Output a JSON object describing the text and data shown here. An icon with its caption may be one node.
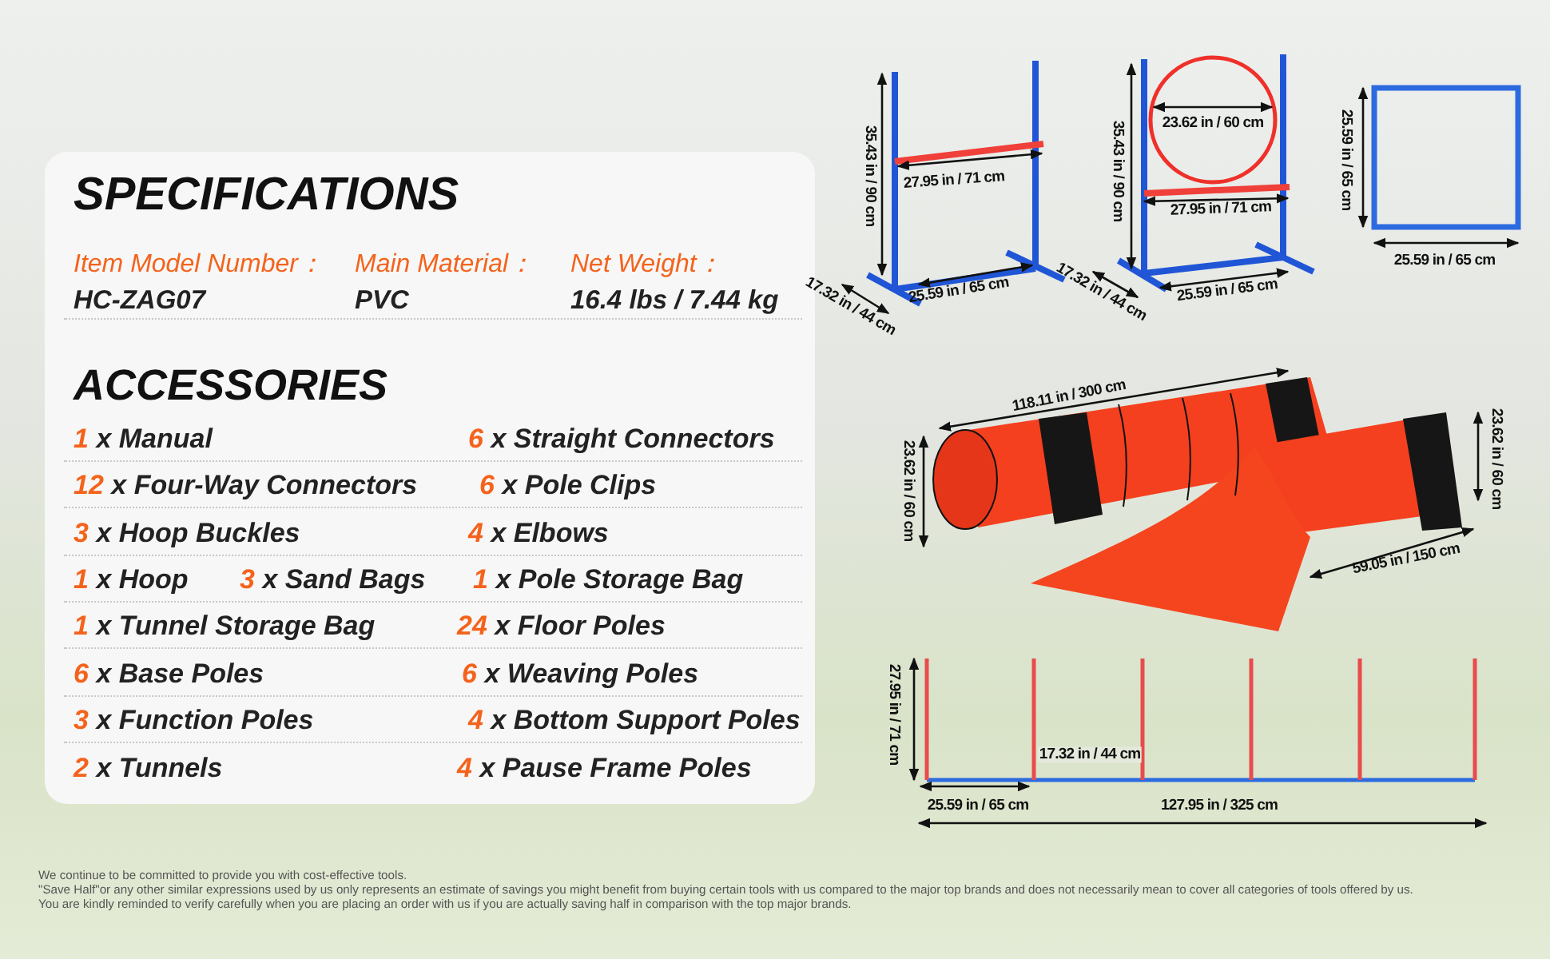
{
  "diagram": {
    "title": "SPECIFICATIONS",
    "labels": [
      "Item Model Number：",
      "Main Material：",
      "Net Weight：",
      "HC-ZAG07",
      "PVC",
      "16.4 lbs / 7.44 kg",
      "ACCESSORIES",
      "1 x Manual",
      "6 x Straight Connectors",
      "12 x Four-Way Connectors",
      "6 x Pole Clips",
      "3 x Hoop Buckles",
      "4 x Elbows",
      "1 x Hoop",
      "3 x Sand Bags",
      "1 x Pole Storage Bag",
      "1 x Tunnel Storage Bag",
      "24 x Floor Poles",
      "6 x Base Poles",
      "6 x Weaving Poles",
      "3 x Function Poles",
      "4 x Bottom Support Poles",
      "2 x Tunnels",
      "4 x Pause Frame Poles",
      "35.43 in / 90 cm",
      "27.95 in / 71 cm",
      "17.32 in / 44 cm",
      "25.59 in / 65 cm",
      "23.62 in / 60 cm",
      "35.43 in / 90 cm",
      "27.95 in / 71 cm",
      "17.32 in / 44 cm",
      "25.59 in / 65 cm",
      "25.59 in / 65 cm",
      "25.59 in / 65 cm",
      "118.11 in / 300 cm",
      "23.62 in / 60 cm",
      "23.62 in / 60 cm",
      "59.05 in / 150 cm",
      "27.95 in / 71 cm",
      "17.32 in / 44 cm",
      "25.59 in / 65 cm",
      "127.95 in / 325 cm",
      "We continue to be committed to provide you with cost-effective tools.",
      "\"Save Half\"or any other similar expressions used by us only represents an estimate of savings you might benefit from buying certain tools with us compared to the major top brands and does not necessarily mean to cover all categories of tools offered by us.",
      "You are kindly reminded to verify carefully when you are placing an order with us if you are actually saving half in comparison with the top major brands."
    ]
  }
}
